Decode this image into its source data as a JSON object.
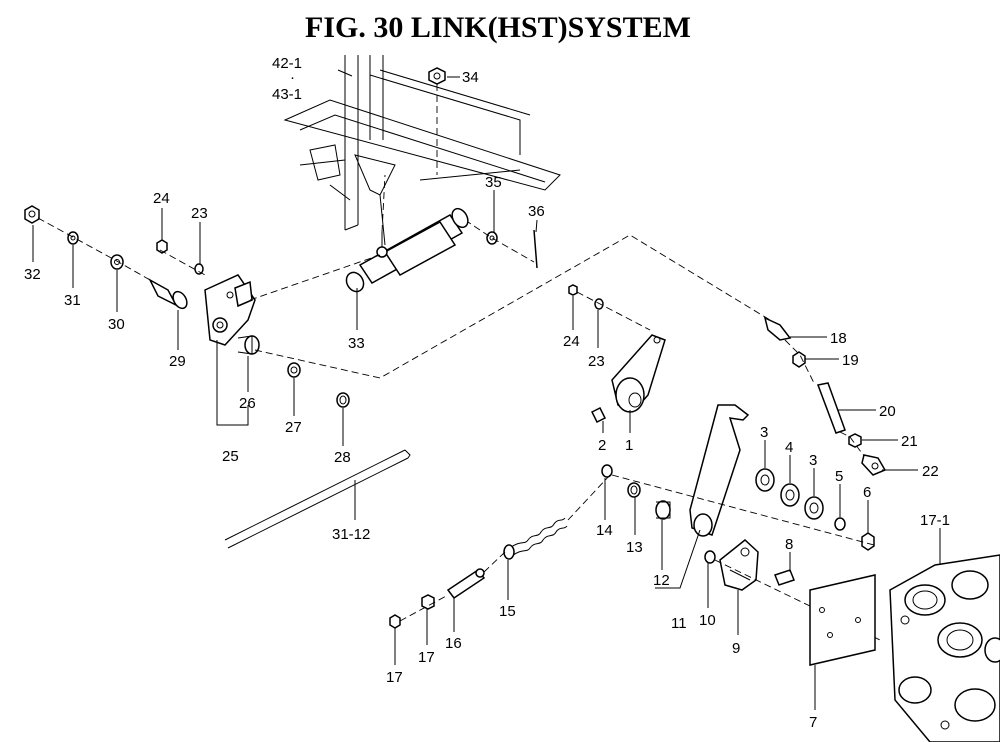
{
  "title": "FIG. 30  LINK(HST)SYSTEM",
  "callouts": {
    "c42_1": "42-1",
    "c42_dot": "·",
    "c43_1": "43-1",
    "c34": "34",
    "c35": "35",
    "c36": "36",
    "c24a": "24",
    "c23a": "23",
    "c32": "32",
    "c31": "31",
    "c30": "30",
    "c29": "29",
    "c33": "33",
    "c26": "26",
    "c27": "27",
    "c25": "25",
    "c28": "28",
    "c31_12": "31-12",
    "c24b": "24",
    "c23b": "23",
    "c18": "18",
    "c19": "19",
    "c20": "20",
    "c21": "21",
    "c22": "22",
    "c2": "2",
    "c1": "1",
    "c3a": "3",
    "c4": "4",
    "c3b": "3",
    "c5": "5",
    "c6": "6",
    "c14": "14",
    "c13": "13",
    "c12": "12",
    "c11": "11",
    "c10": "10",
    "c9": "9",
    "c8": "8",
    "c17_1": "17-1",
    "c7": "7",
    "c15": "15",
    "c16": "16",
    "c17a": "17",
    "c17b": "17"
  }
}
